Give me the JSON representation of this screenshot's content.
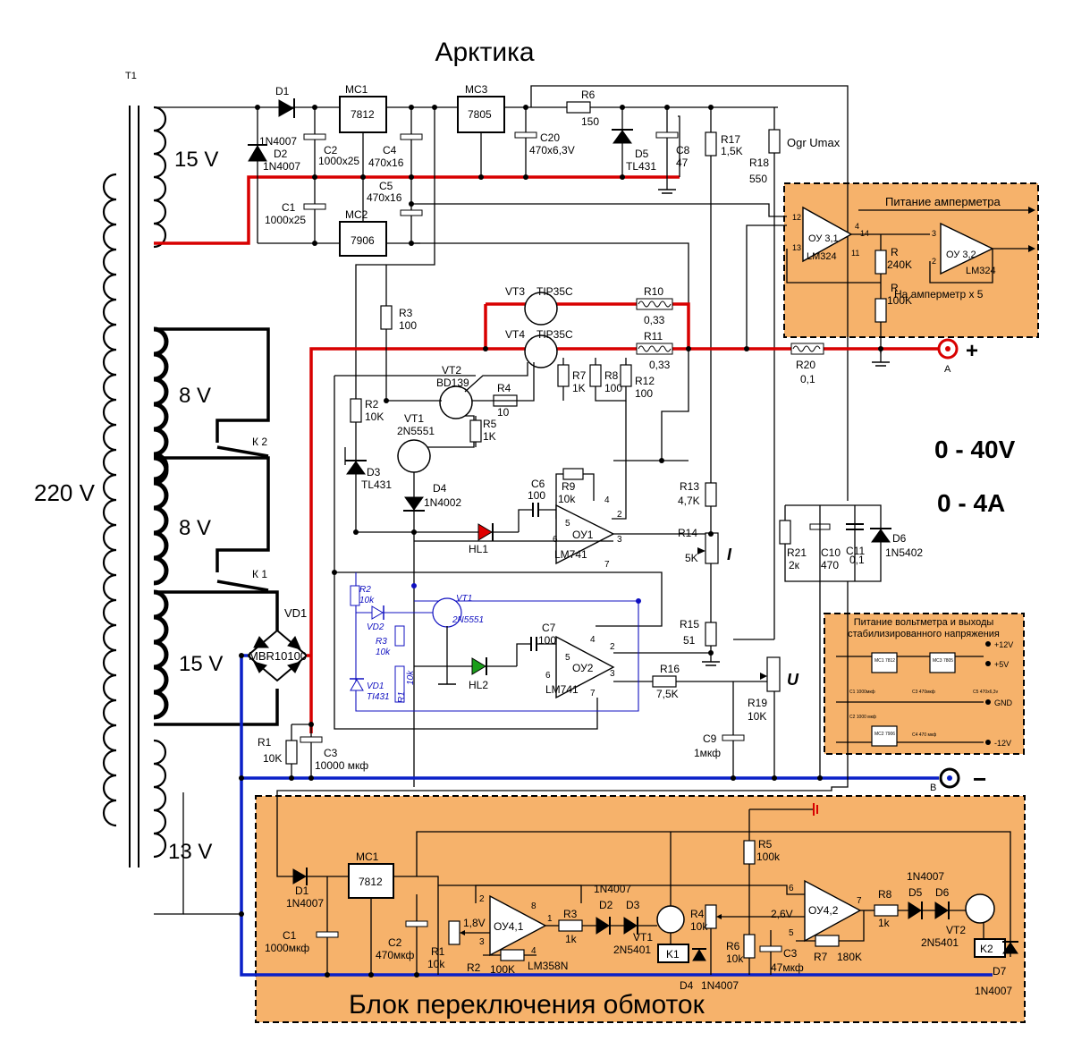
{
  "title": "Арктика",
  "transformer": {
    "name": "T1",
    "primary_voltage": "220 V",
    "windings": [
      "15 V",
      "8 V",
      "8 V",
      "15 V",
      "13 V"
    ]
  },
  "relays": {
    "k1": "К 1",
    "k2": "К 2"
  },
  "bridge": {
    "name": "VD1",
    "part": "MBR10100"
  },
  "specs": {
    "voltage_range": "0 - 40V",
    "current_range": "0 - 4A"
  },
  "terminals": {
    "plus_label": "A",
    "plus_sign": "+",
    "minus_label": "B",
    "minus_sign": "−"
  },
  "regulators": {
    "mc1": {
      "name": "MC1",
      "part": "7812"
    },
    "mc2": {
      "name": "MC2",
      "part": "7906"
    },
    "mc3": {
      "name": "MC3",
      "part": "7805"
    }
  },
  "upper_parts": {
    "d1": "D1",
    "d1_part": "1N4007",
    "d2": "D2",
    "d2_part": "1N4007",
    "c2": "C2",
    "c2_val": "1000x25",
    "c1": "C1",
    "c1_val": "1000x25",
    "c4": "C4",
    "c4_val": "470x16",
    "c5": "C5",
    "c5_val": "470x16",
    "c20": "C20",
    "c20_val": "470x6,3V",
    "r6": "R6",
    "r6_val": "150",
    "d5": "D5",
    "d5_part": "TL431",
    "c8": "C8",
    "c8_val": "47",
    "r17": "R17",
    "r17_val": "1,5K",
    "r18": "R18",
    "r18_val": "550",
    "ogr": "Ogr Umax"
  },
  "power_parts": {
    "r3": "R3",
    "r3_val": "100",
    "vt3": "VT3",
    "vt3_part": "TIP35C",
    "vt4": "VT4",
    "vt4_part": "TIP35C",
    "r10": "R10",
    "r10_val": "0,33",
    "r11": "R11",
    "r11_val": "0,33",
    "r20": "R20",
    "r20_val": "0,1",
    "vt2": "VT2",
    "vt2_part": "BD139",
    "r4": "R4",
    "r4_val": "10",
    "r7": "R7",
    "r7_val": "1K",
    "r8": "R8",
    "r8_val": "100",
    "r12": "R12",
    "r12_val": "100",
    "r5": "R5",
    "r5_val": "1K",
    "r2": "R2",
    "r2_val": "10K",
    "vt1": "VT1",
    "vt1_part": "2N5551",
    "d3": "D3",
    "d3_part": "TL431",
    "d4": "D4",
    "d4_part": "1N4002",
    "c6": "C6",
    "c6_val": "100",
    "r9": "R9",
    "r9_val": "10k",
    "hl1": "HL1",
    "oy1": "ОУ1",
    "oy1_part": "LM741",
    "r13": "R13",
    "r13_val": "4,7K",
    "r14": "R14",
    "r14_val": "5K",
    "i_label": "I",
    "r15": "R15",
    "r15_val": "51",
    "c7": "C7",
    "c7_val": "100",
    "hl2": "HL2",
    "oy2": "ОУ2",
    "oy2_part": "LM741",
    "r16": "R16",
    "r16_val": "7,5K",
    "r19": "R19",
    "r19_val": "10K",
    "u_label": "U",
    "c9": "C9",
    "c9_val": "1мкф",
    "r1": "R1",
    "r1_val": "10K",
    "c3": "C3",
    "c3_val": "10000 мкф",
    "r21": "R21",
    "r21_val": "2к",
    "c10": "C10",
    "c10_val": "470",
    "c11": "C11",
    "c11_val": "0,1",
    "d6": "D6",
    "d6_part": "1N5402",
    "pins": [
      "2",
      "3",
      "4",
      "5",
      "6",
      "7"
    ]
  },
  "blue_parts": {
    "r2": "R2",
    "r2_val": "10k",
    "vd2": "VD2",
    "r3": "R3",
    "r3_val": "10k",
    "r1": "R1",
    "r1_val": "10k",
    "vd1": "VD1",
    "vd1_part": "TI431",
    "vt1": "VT1",
    "vt1_part": "2N5551"
  },
  "ammeter_block": {
    "title": "Питание амперметра",
    "oy31": "ОУ 3,1",
    "oy32": "ОУ 3,2",
    "part": "LM324",
    "r240": "R",
    "r240_val": "240K",
    "r100": "R",
    "r100_val": "100K",
    "note": "На амперметр х 5",
    "pins": [
      "12",
      "13",
      "4",
      "11",
      "14",
      "3",
      "2"
    ]
  },
  "voltmeter_block": {
    "title_line1": "Питание вольтметра и выходы",
    "title_line2": "стабилизированного напряжения",
    "outputs": [
      "+12V",
      "+5V",
      "GND",
      "-12V"
    ],
    "mini_labels": [
      "МС1 7812",
      "МС3 7805",
      "МС2 7906",
      "С1 1000мкф",
      "С3 470мкф",
      "С2 1000 мкф",
      "С4 470 мкф",
      "С5 470x6,3v"
    ]
  },
  "switch_block": {
    "title": "Блок переключения обмоток",
    "d1": "D1",
    "d1_part": "1N4007",
    "mc1": "MC1",
    "mc1_part": "7812",
    "c1": "C1",
    "c1_val": "1000мкф",
    "c2": "C2",
    "c2_val": "470мкф",
    "r1": "R1",
    "r1_val": "10k",
    "v1": "1,8V",
    "oy41": "ОУ4,1",
    "oy41_part": "LM358N",
    "r2": "R2",
    "r2_val": "100K",
    "r3": "R3",
    "r3_val": "1k",
    "d2": "D2",
    "d3": "D3",
    "d23_part": "1N4007",
    "vt1": "VT1",
    "vt1_part": "2N5401",
    "k1": "K1",
    "d4": "D4",
    "d4_part": "1N4007",
    "r4": "R4",
    "r4_val": "10k",
    "r5": "R5",
    "r5_val": "100k",
    "r6": "R6",
    "r6_val": "10k",
    "c3": "C3",
    "c3_val": "47мкф",
    "v2": "2,6V",
    "oy42": "ОУ4,2",
    "r7": "R7",
    "r7_val": "180K",
    "r8": "R8",
    "r8_val": "1k",
    "d5": "D5",
    "d6": "D6",
    "d56_part": "1N4007",
    "vt2": "VT2",
    "vt2_part": "2N5401",
    "k2": "K2",
    "d7": "D7",
    "d7_part": "1N4007",
    "pins": [
      "2",
      "3",
      "8",
      "4",
      "1",
      "6",
      "5",
      "7"
    ]
  }
}
